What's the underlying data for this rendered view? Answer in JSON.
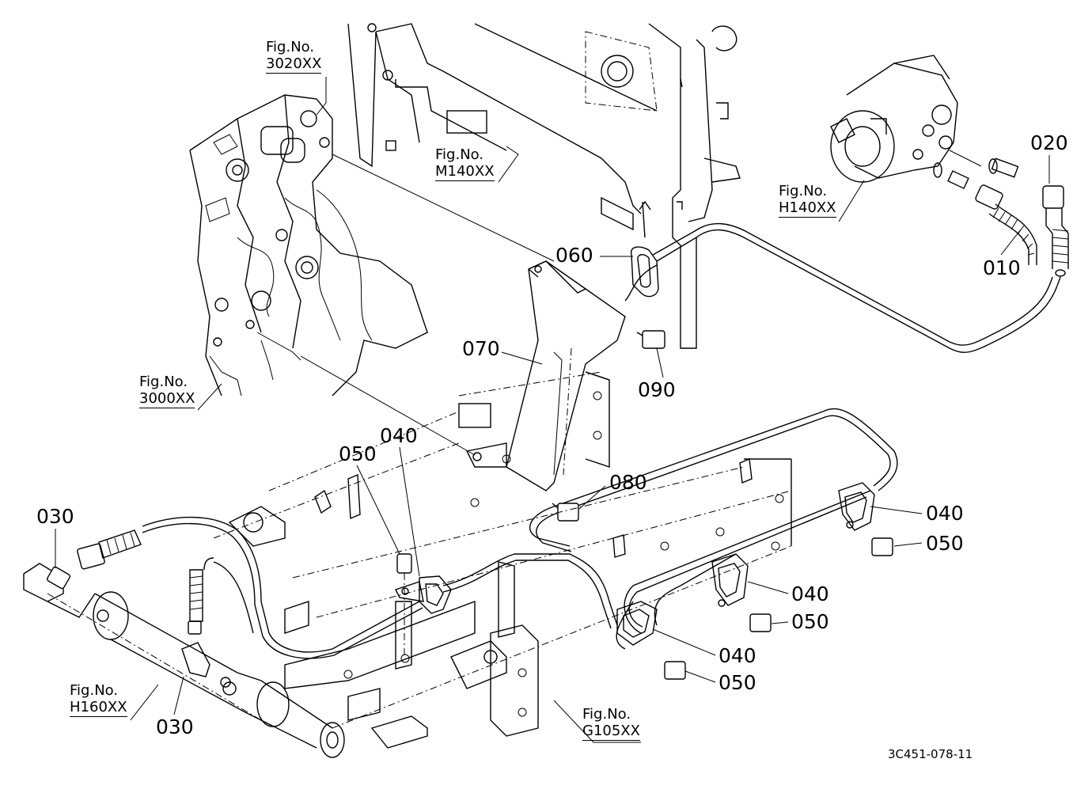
{
  "figure_refs": [
    {
      "id": "ref-3020",
      "fig_label": "Fig.No.",
      "code": "3020XX"
    },
    {
      "id": "ref-m140",
      "fig_label": "Fig.No.",
      "code": "M140XX"
    },
    {
      "id": "ref-h140",
      "fig_label": "Fig.No.",
      "code": "H140XX"
    },
    {
      "id": "ref-3000",
      "fig_label": "Fig.No.",
      "code": "3000XX"
    },
    {
      "id": "ref-h160",
      "fig_label": "Fig.No.",
      "code": "H160XX"
    },
    {
      "id": "ref-g105",
      "fig_label": "Fig.No.",
      "code": "G105XX"
    }
  ],
  "part_labels": {
    "p020": "020",
    "p010": "010",
    "p060": "060",
    "p070": "070",
    "p090": "090",
    "p040a": "040",
    "p050a": "050",
    "p080": "080",
    "p030a": "030",
    "p040b": "040",
    "p050b": "050",
    "p040c": "040",
    "p050c": "050",
    "p040d": "040",
    "p050d": "050",
    "p030b": "030"
  },
  "diagram_code": "3C451-078-11"
}
